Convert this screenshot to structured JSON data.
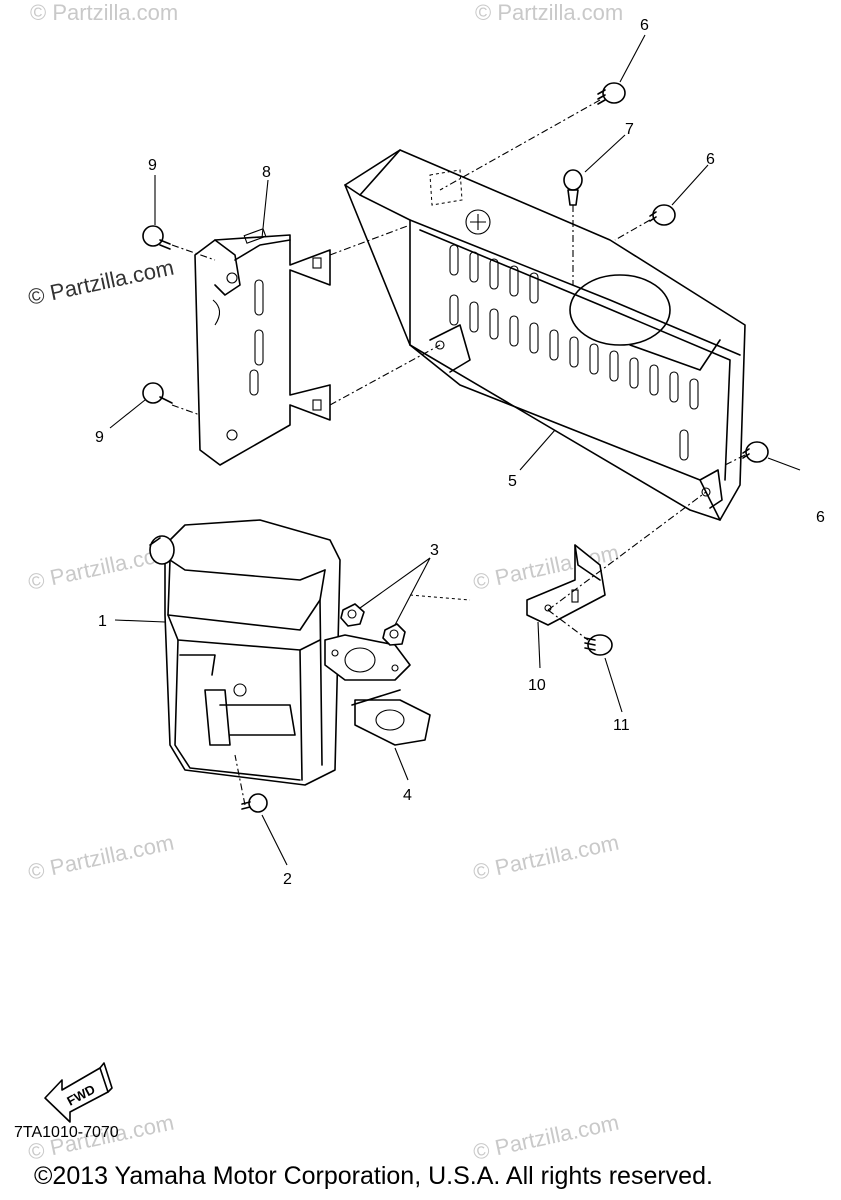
{
  "callouts": {
    "c1": "1",
    "c2": "2",
    "c3": "3",
    "c4": "4",
    "c5": "5",
    "c6a": "6",
    "c6b": "6",
    "c6c": "6",
    "c7": "7",
    "c8": "8",
    "c9a": "9",
    "c9b": "9",
    "c10": "10",
    "c11": "11"
  },
  "watermarks": {
    "text": "© Partzilla.com"
  },
  "fwd_label": "FWD",
  "diagram_code": "7TA1010-7070",
  "copyright": "©2013  Yamaha Motor Corporation, U.S.A. All rights reserved."
}
